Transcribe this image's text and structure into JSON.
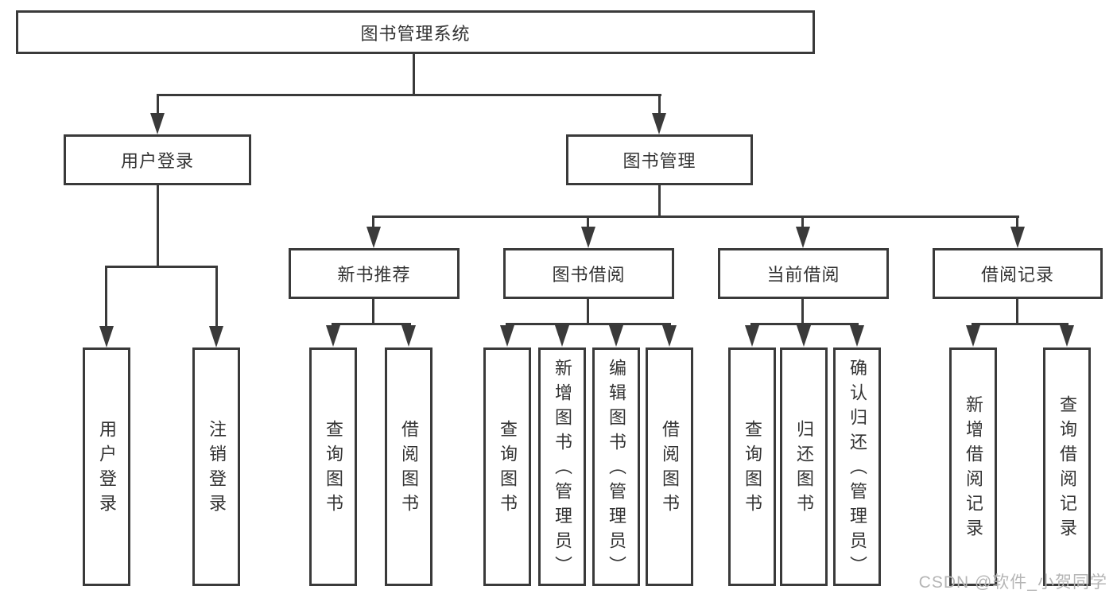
{
  "tree": {
    "root": {
      "label": "图书管理系统",
      "children": [
        {
          "label": "用户登录",
          "children": [
            {
              "label": "用户登录"
            },
            {
              "label": "注销登录"
            }
          ]
        },
        {
          "label": "图书管理",
          "children": [
            {
              "label": "新书推荐",
              "children": [
                {
                  "label": "查询图书"
                },
                {
                  "label": "借阅图书"
                }
              ]
            },
            {
              "label": "图书借阅",
              "children": [
                {
                  "label": "查询图书"
                },
                {
                  "label": "新增图书（管理员）"
                },
                {
                  "label": "编辑图书（管理员）"
                },
                {
                  "label": "借阅图书"
                }
              ]
            },
            {
              "label": "当前借阅",
              "children": [
                {
                  "label": "查询图书"
                },
                {
                  "label": "归还图书"
                },
                {
                  "label": "确认归还（管理员）"
                }
              ]
            },
            {
              "label": "借阅记录",
              "children": [
                {
                  "label": "新增借阅记录"
                },
                {
                  "label": "查询借阅记录"
                }
              ]
            }
          ]
        }
      ]
    }
  },
  "watermark": "CSDN @软件_小贺同学",
  "colors": {
    "line": "#3a3a3a",
    "text": "#333333",
    "watermark": "#b5b5b5",
    "background": "#ffffff"
  }
}
